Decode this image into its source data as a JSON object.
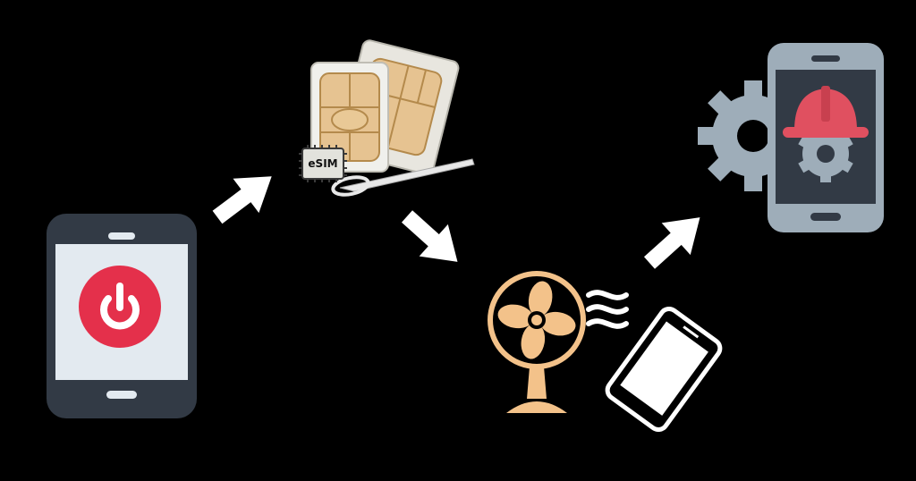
{
  "diagram": {
    "background": "#000000",
    "steps": [
      {
        "id": "power-phone",
        "icon": "power-button-phone-icon",
        "colors": {
          "body": "#323a45",
          "screen": "#e3eaf0",
          "accent": "#e4304b"
        }
      },
      {
        "id": "sim-cards",
        "icon": "sim-card-tray-icon",
        "label": "eSIM",
        "colors": {
          "card": "#f0f0ec",
          "chip": "#e6c391",
          "tool": "#e8e8e8"
        }
      },
      {
        "id": "fan-cooling",
        "icon": "fan-cooling-phone-icon",
        "colors": {
          "fan": "#f3c28a",
          "phone": "#ffffff"
        }
      },
      {
        "id": "service-phone",
        "icon": "phone-repair-service-icon",
        "colors": {
          "body": "#9eadb9",
          "screen": "#323a45",
          "helmet": "#e05060",
          "gear": "#9eadb9"
        }
      }
    ],
    "arrows": [
      {
        "from": "power-phone",
        "to": "sim-cards",
        "icon": "arrow-up-right-icon"
      },
      {
        "from": "sim-cards",
        "to": "fan-cooling",
        "icon": "arrow-down-right-icon"
      },
      {
        "from": "fan-cooling",
        "to": "service-phone",
        "icon": "arrow-up-right-icon"
      }
    ],
    "arrow_color": "#ffffff"
  }
}
